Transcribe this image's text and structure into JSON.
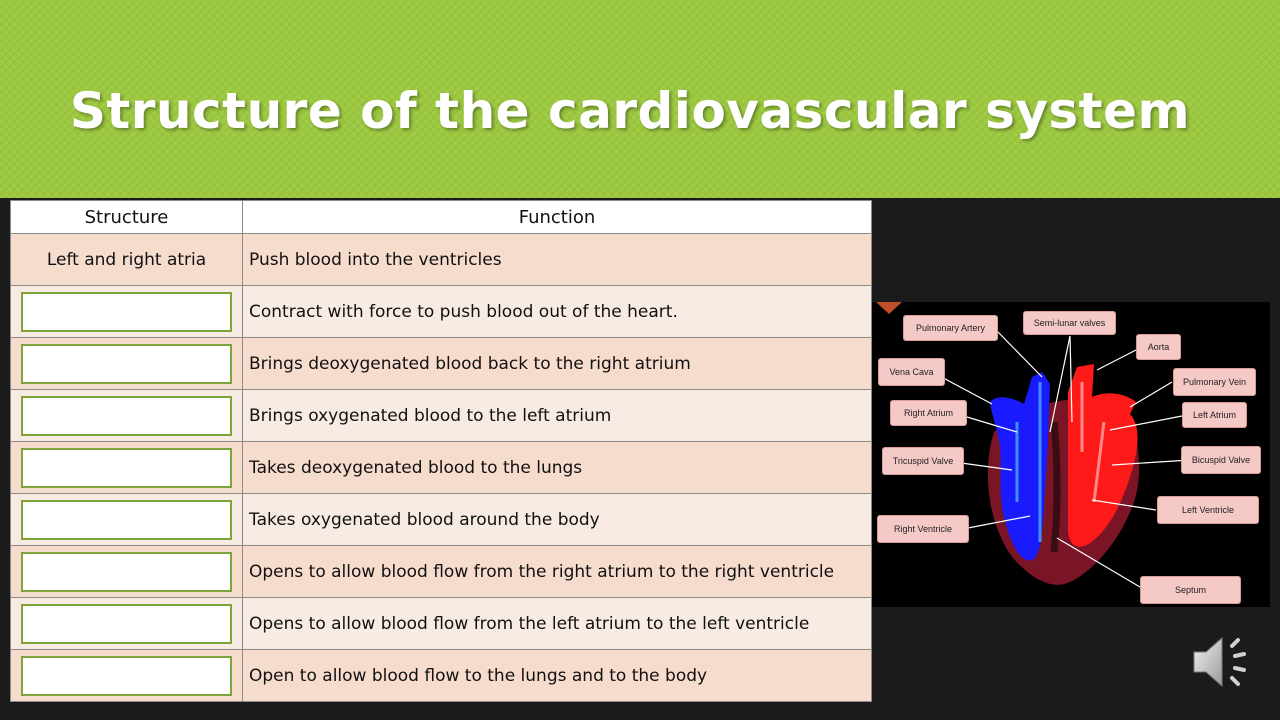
{
  "slide": {
    "title": "Structure of the cardiovascular system"
  },
  "table": {
    "headers": [
      "Structure",
      "Function"
    ],
    "rows": [
      {
        "structure": "Left and right atria",
        "function": "Push blood into the ventricles"
      },
      {
        "structure": "",
        "function": "Contract with force to push blood out of the heart."
      },
      {
        "structure": "",
        "function": "Brings deoxygenated blood back to the right atrium"
      },
      {
        "structure": "",
        "function": "Brings oxygenated blood to the left atrium"
      },
      {
        "structure": "",
        "function": "Takes deoxygenated blood to the lungs"
      },
      {
        "structure": "",
        "function": "Takes oxygenated blood around the body"
      },
      {
        "structure": "",
        "function": "Opens to allow blood flow from the right atrium to the right ventricle"
      },
      {
        "structure": "",
        "function": "Opens to allow blood flow from the left atrium to the left ventricle"
      },
      {
        "structure": "",
        "function": "Open to allow blood flow to the lungs and to the body"
      }
    ]
  },
  "diagram": {
    "labels": {
      "pulmonary_artery": "Pulmonary Artery",
      "semilunar_valves": "Semi-lunar valves",
      "aorta": "Aorta",
      "vena_cava": "Vena Cava",
      "pulmonary_vein": "Pulmonary Vein",
      "right_atrium": "Right Atrium",
      "left_atrium": "Left Atrium",
      "tricuspid_valve": "Tricuspid Valve",
      "bicuspid_valve": "Bicuspid Valve",
      "left_ventricle": "Left Ventricle",
      "right_ventricle": "Right Ventricle",
      "septum": "Septum"
    }
  },
  "colors": {
    "header_green": "#9cc93f",
    "deoxygenated": "#1a1aff",
    "oxygenated": "#ff1a1a"
  },
  "icons": {
    "audio": "speaker-icon"
  }
}
